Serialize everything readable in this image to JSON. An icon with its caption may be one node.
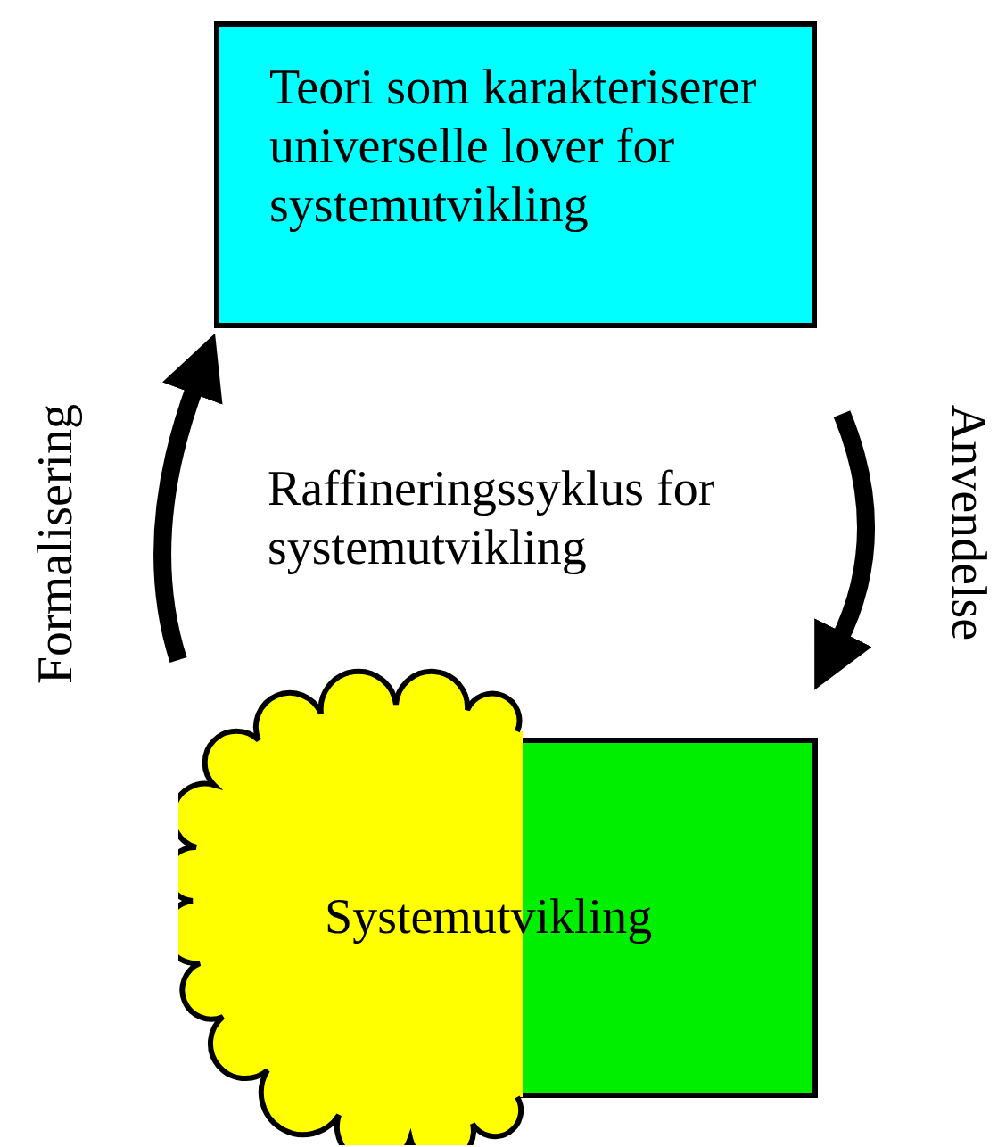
{
  "diagram": {
    "nodes": [
      {
        "text": [
          "Teori som karakteriserer universelle lover for systemutvikling"
        ]
      },
      {
        "text": [
          "Systemutvikling"
        ]
      }
    ],
    "edges": [
      {
        "from": 1,
        "to": 0,
        "arrow": "to",
        "label": "Formalisering"
      },
      {
        "from": 0,
        "to": 1,
        "arrow": "to",
        "label": "Anvendelse"
      }
    ],
    "labels": [
      "Raffineringssyklus for systemutvikling"
    ]
  }
}
